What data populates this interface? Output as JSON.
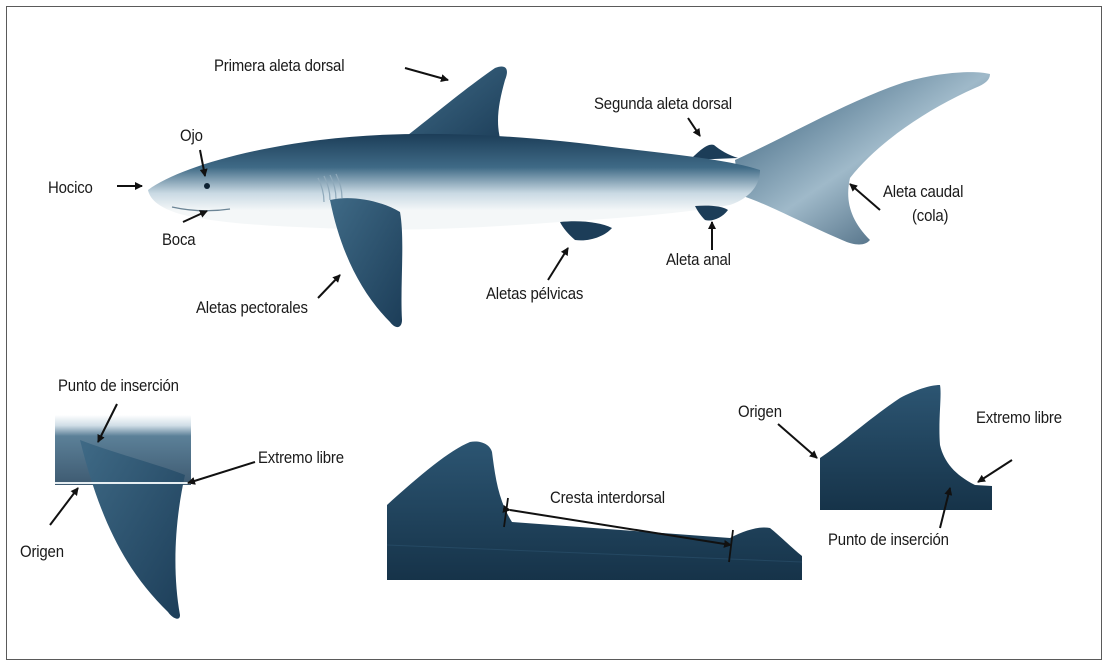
{
  "colors": {
    "shark_dark": "#1c3d58",
    "shark_mid": "#3f6a86",
    "shark_light": "#c9d9e3",
    "belly": "#f4f7f8",
    "text": "#1a1a1a",
    "frame": "#5a5a5a"
  },
  "labels": {
    "primera_aleta_dorsal": "Primera aleta dorsal",
    "segunda_aleta_dorsal": "Segunda aleta dorsal",
    "ojo": "Ojo",
    "hocico": "Hocico",
    "boca": "Boca",
    "aleta_caudal": "Aleta caudal",
    "cola": "(cola)",
    "aleta_anal": "Aleta anal",
    "aletas_pelvicas": "Aletas pélvicas",
    "aletas_pectorales": "Aletas pectorales",
    "left_punto_insercion": "Punto de inserción",
    "left_extremo_libre": "Extremo libre",
    "left_origen": "Origen",
    "cresta_interdorsal": "Cresta interdorsal",
    "right_origen": "Origen",
    "right_extremo_libre": "Extremo libre",
    "right_punto_insercion": "Punto de inserción"
  }
}
